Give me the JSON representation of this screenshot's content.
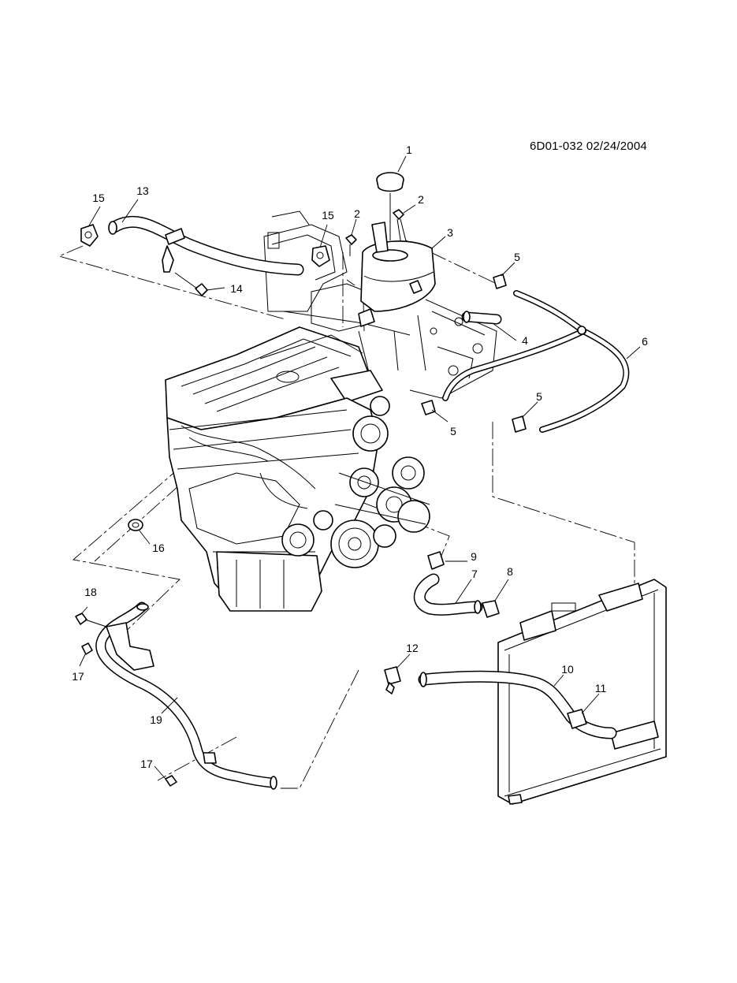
{
  "drawing_id": "6D01-032  02/24/2004",
  "callouts": {
    "c1": "1",
    "c2a": "2",
    "c2b": "2",
    "c3": "3",
    "c4": "4",
    "c5a": "5",
    "c5b": "5",
    "c5c": "5",
    "c6": "6",
    "c7": "7",
    "c8": "8",
    "c9": "9",
    "c10": "10",
    "c11": "11",
    "c12": "12",
    "c13": "13",
    "c14": "14",
    "c15a": "15",
    "c15b": "15",
    "c16": "16",
    "c17a": "17",
    "c17b": "17",
    "c18": "18",
    "c19": "19"
  }
}
